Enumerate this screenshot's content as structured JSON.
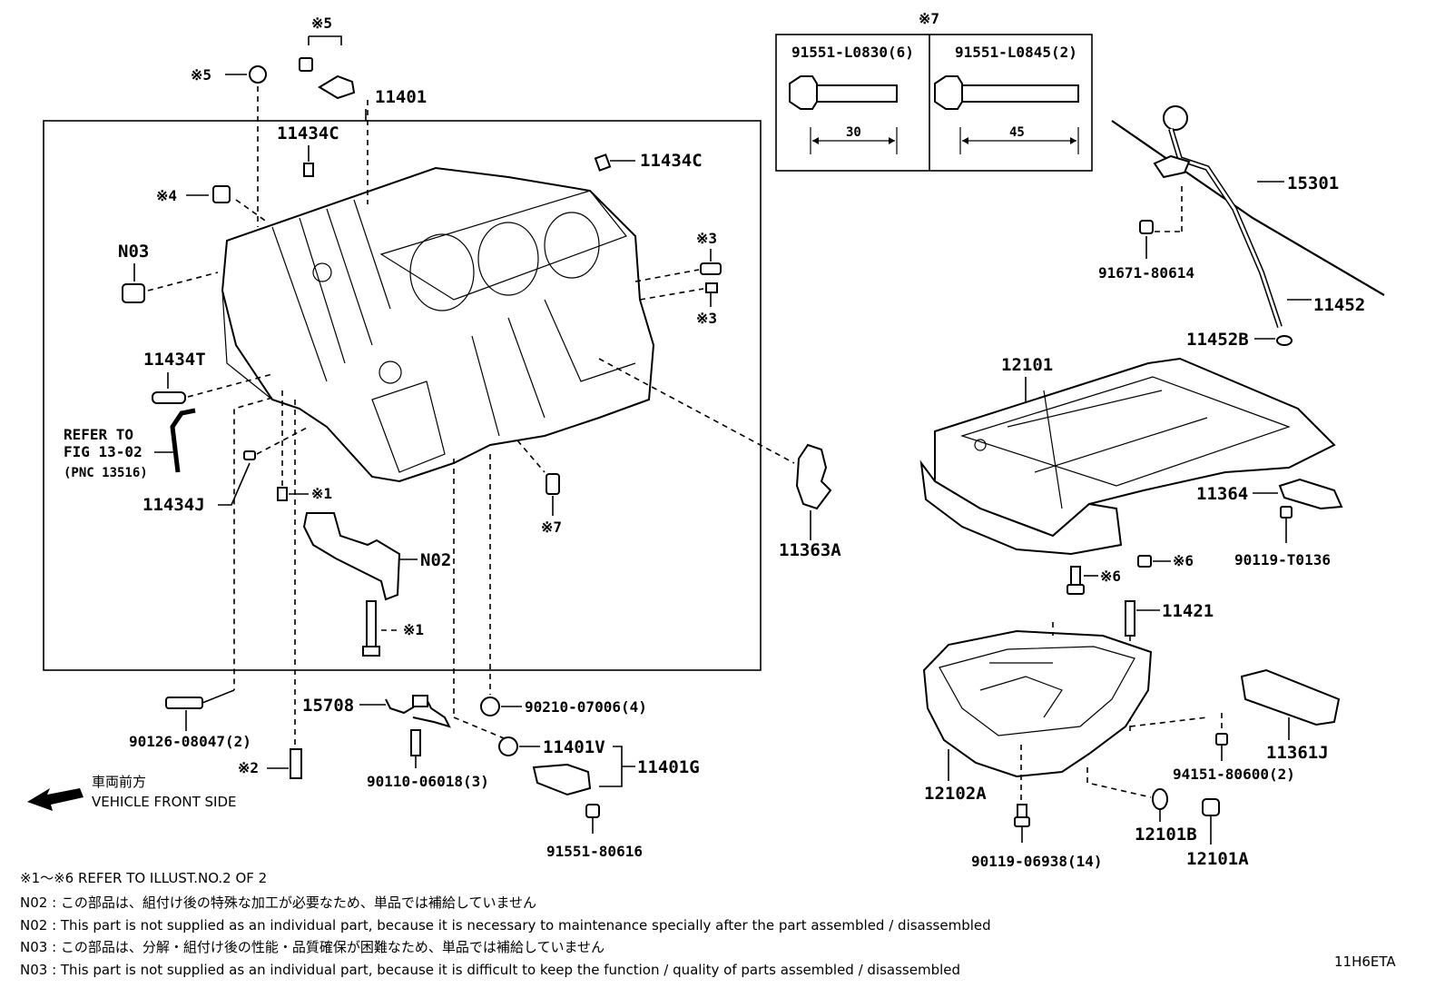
{
  "labels": {
    "p11401": "11401",
    "p11434c_a": "11434C",
    "p11434c_b": "11434C",
    "p11434t": "11434T",
    "p11434j": "11434J",
    "n03": "N03",
    "n02": "N02",
    "p15708": "15708",
    "p11401v": "11401V",
    "p11401g": "11401G",
    "p11363a": "11363A",
    "p15301": "15301",
    "p11452": "11452",
    "p11452b": "11452B",
    "p91671": "91671-80614",
    "p12101": "12101",
    "p11364": "11364",
    "p90119t": "90119-T0136",
    "p11421": "11421",
    "p12102a": "12102A",
    "p11361j": "11361J",
    "p94151": "94151-80600(2)",
    "p12101b": "12101B",
    "p12101a": "12101A",
    "p90119_069": "90119-06938(14)",
    "p90126": "90126-08047(2)",
    "p90210": "90210-07006(4)",
    "p90110": "90110-06018(3)",
    "p91551_806": "91551-80616",
    "refer1": "REFER TO",
    "refer2": "FIG 13-02",
    "refer3": "(PNC 13516)"
  },
  "marks": {
    "m5a": "※5",
    "m5b": "※5",
    "m4": "※4",
    "m3a": "※3",
    "m3b": "※3",
    "m1a": "※1",
    "m1b": "※1",
    "m7": "※7",
    "m7box": "※7",
    "m6a": "※6",
    "m6b": "※6",
    "m2": "※2"
  },
  "bolt_table": {
    "left_pn": "91551-L0830(6)",
    "left_len": "30",
    "right_pn": "91551-L0845(2)",
    "right_len": "45"
  },
  "direction": {
    "jp": "車両前方",
    "en": "VEHICLE FRONT SIDE"
  },
  "notes": {
    "line1": "※1～※6  REFER TO ILLUST.NO.2 OF 2",
    "line2": "N02 : この部品は、組付け後の特殊な加工が必要なため、単品では補給していません",
    "line3": "N02 : This part is not supplied as an individual part, because it is necessary to maintenance specially after the part assembled / disassembled",
    "line4": "N03 : この部品は、分解・組付け後の性能・品質確保が困難なため、単品では補給していません",
    "line5": "N03 : This part is not supplied as an individual part, because it is difficult to keep the function / quality of parts  assembled / disassembled"
  },
  "code": "11H6ETA"
}
